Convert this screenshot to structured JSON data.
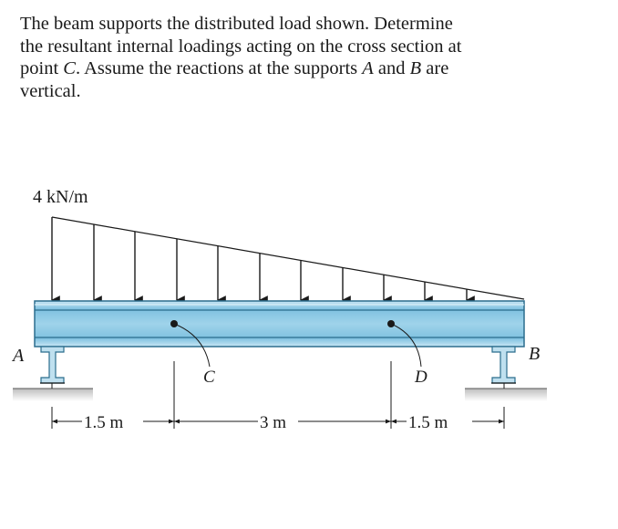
{
  "problem": {
    "lines": [
      "The beam supports the distributed load shown. Determine",
      "the resultant internal loadings acting on the cross section at",
      [
        "point ",
        "C",
        ". Assume the reactions at the supports ",
        "A",
        " and ",
        "B",
        " are"
      ],
      "vertical."
    ]
  },
  "diagram": {
    "load_label": "4 kN/m",
    "support_a_label": "A",
    "support_b_label": "B",
    "point_c_label": "C",
    "point_d_label": "D",
    "dim_ac": "1.5 m",
    "dim_cd": "3 m",
    "dim_db": "1.5 m",
    "colors": {
      "beam_fill": "#8dc9e6",
      "beam_edge": "#2b6d8d",
      "support_fill": "#bfe0ef",
      "ground": "#bdbdbd"
    }
  }
}
